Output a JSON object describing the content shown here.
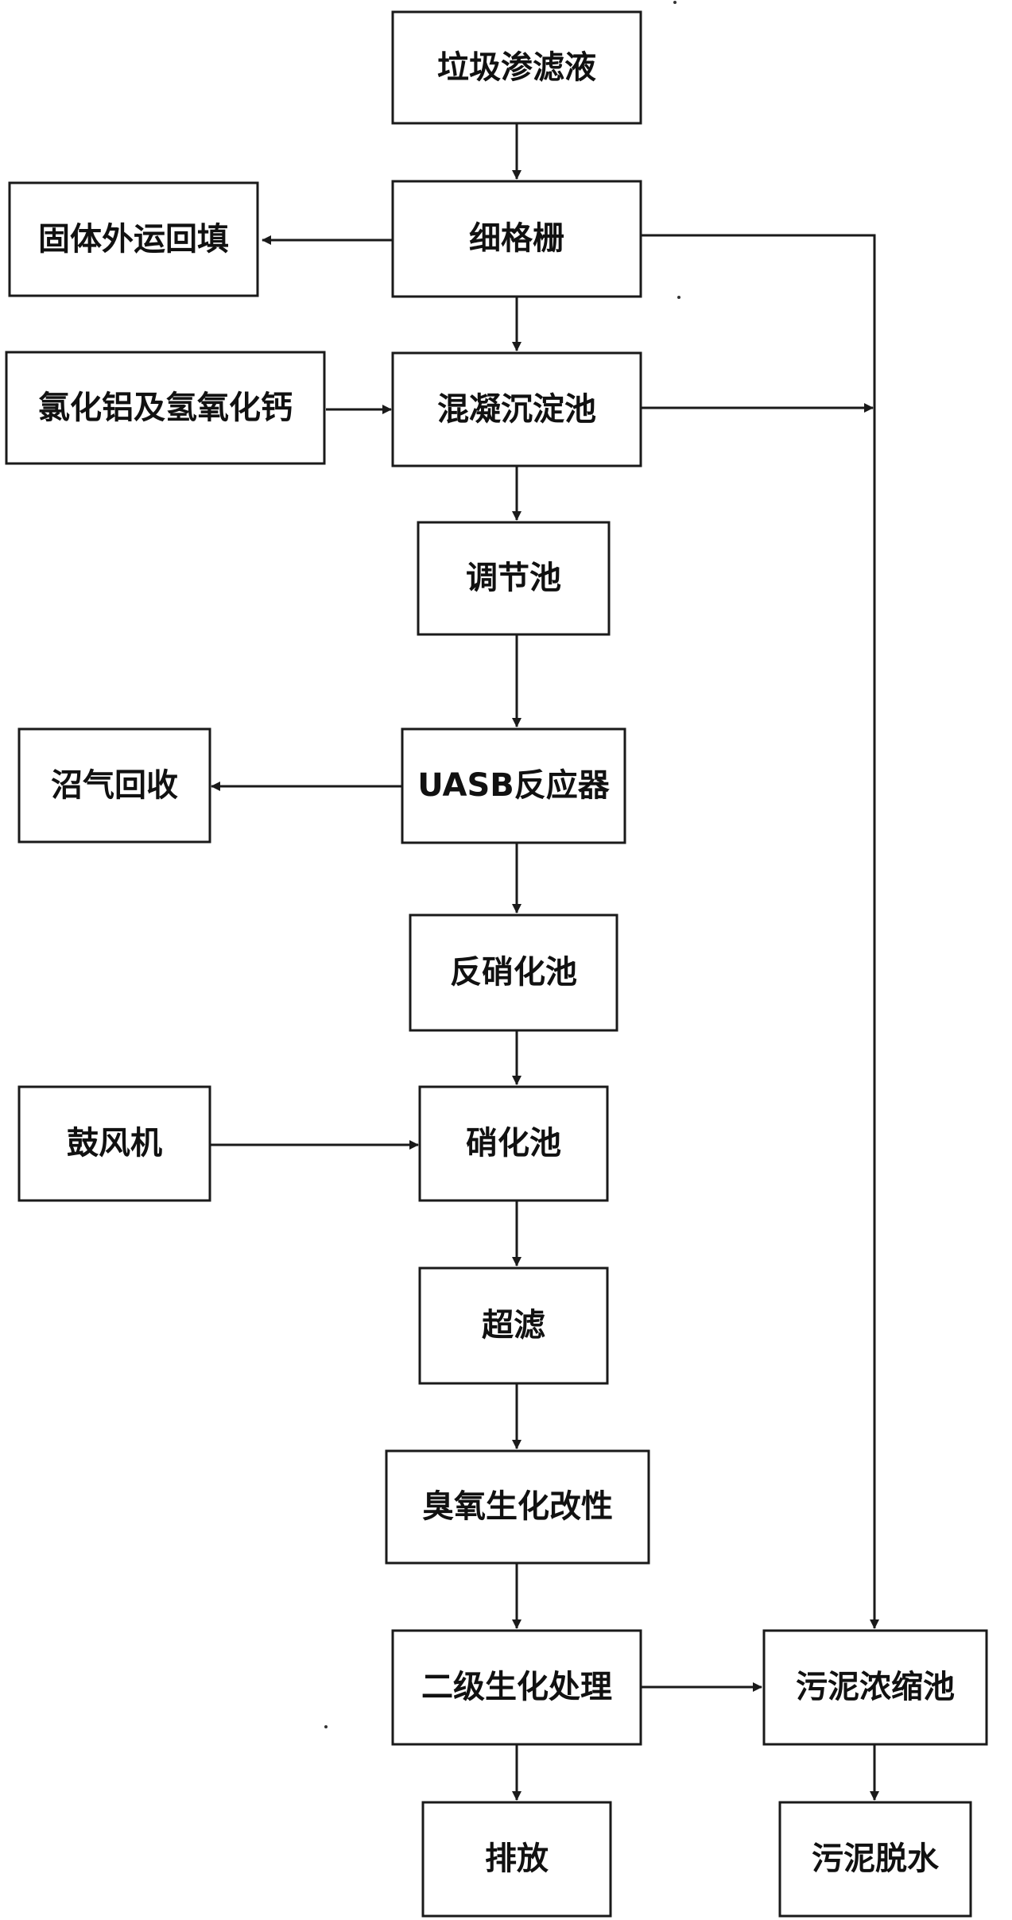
{
  "nodes": {
    "leachate": "垃圾渗滤液",
    "fine_screen": "细格栅",
    "solid_transport": "固体外运回填",
    "chemicals": "氯化铝及氢氧化钙",
    "coag_sed": "混凝沉淀池",
    "regulating": "调节池",
    "biogas": "沼气回收",
    "uasb": "UASB反应器",
    "denitrification": "反硝化池",
    "blower": "鼓风机",
    "nitrification": "硝化池",
    "ultrafiltration": "超滤",
    "ozone": "臭氧生化改性",
    "secondary": "二级生化处理",
    "discharge": "排放",
    "sludge_thickening": "污泥浓缩池",
    "sludge_dewatering": "污泥脱水"
  }
}
